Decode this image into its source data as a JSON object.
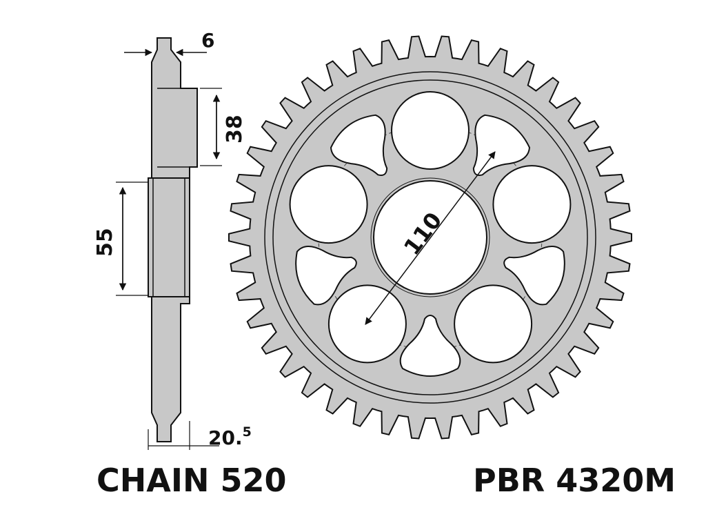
{
  "labels": {
    "chain": "CHAIN 520",
    "part_number": "PBR 4320M"
  },
  "dimensions": {
    "tooth_width": "6",
    "flange_height": "38",
    "hub_height": "55",
    "offset": "20.5",
    "offset_main": "20.",
    "offset_sup": "5",
    "bolt_circle": "110"
  },
  "colors": {
    "metal": "#c8c8c8",
    "outline": "#111111",
    "background": "#ffffff"
  },
  "sprocket": {
    "teeth": 42
  }
}
